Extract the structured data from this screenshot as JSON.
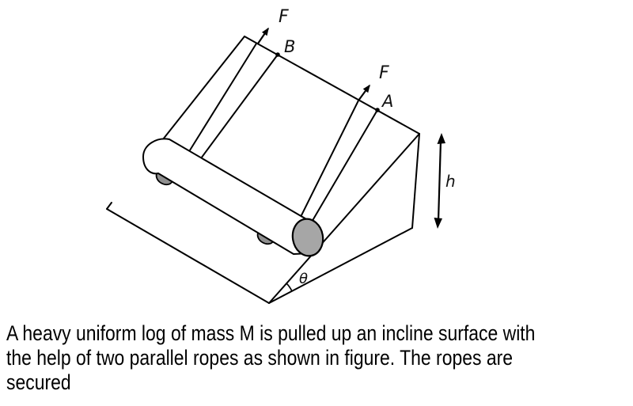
{
  "figure": {
    "labels": {
      "force_b": "F",
      "point_b": "B",
      "force_a": "F",
      "point_a": "A",
      "height": "h",
      "angle": "θ"
    },
    "colors": {
      "line": "#000000",
      "log_end_fill": "#a6a6a6",
      "rope_under_fill": "#8f8f8f",
      "background": "#ffffff"
    }
  },
  "problem": {
    "lines": [
      "A heavy uniform log of mass M is pulled up an incline surface with",
      "the help of two parallel ropes as shown in figure. The ropes are",
      "secured"
    ]
  }
}
